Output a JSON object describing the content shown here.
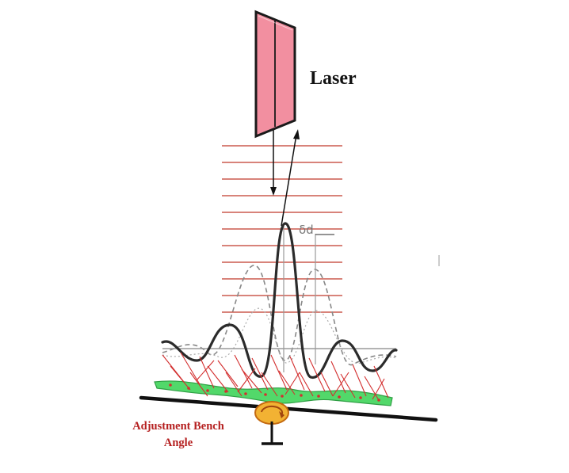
{
  "labels": {
    "laser": "Laser",
    "bench_line1": "Adjustment Bench",
    "bench_line2": "Angle",
    "delta": "δd"
  },
  "colors": {
    "laser_fill": "#f28fa0",
    "laser_stroke": "#1a1a1a",
    "fringe_lines": "#c0392b",
    "main_wave": "#2b2b2b",
    "ghost_wave": "#888888",
    "sample_green": "#52d86a",
    "sample_red": "#d32f2f",
    "pivot_orange": "#f2b233",
    "bench": "#111111",
    "label_red": "#b52020"
  },
  "icons": {
    "laser": "laser-prism-icon",
    "pivot": "pivot-rotation-icon"
  },
  "fringe_count": 11
}
